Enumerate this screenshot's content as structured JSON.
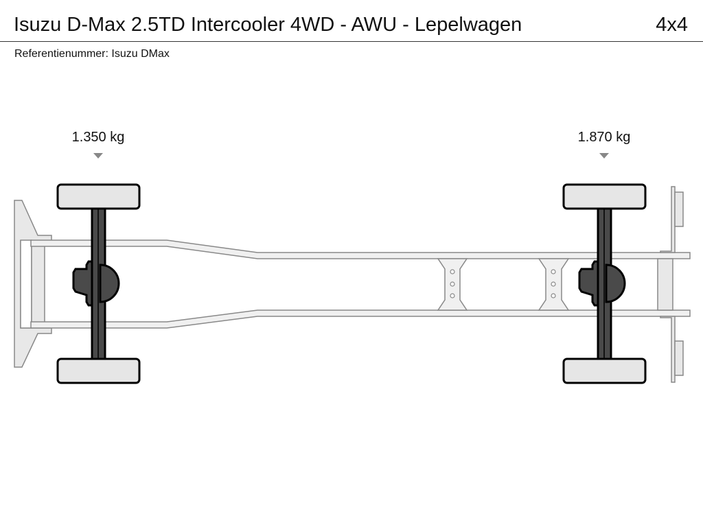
{
  "header": {
    "title": "Isuzu D-Max 2.5TD Intercooler 4WD - AWU - Lepelwagen",
    "axle_config": "4x4"
  },
  "reference": {
    "text": "Referentienummer: Isuzu DMax"
  },
  "axles": [
    {
      "name": "front",
      "load": "1.350 kg"
    },
    {
      "name": "rear",
      "load": "1.870 kg"
    }
  ],
  "colors": {
    "frame": "#f0f0f0",
    "frame_stroke": "#888888",
    "axle": "#4a4a4a",
    "wheel": "#e6e6e6"
  }
}
